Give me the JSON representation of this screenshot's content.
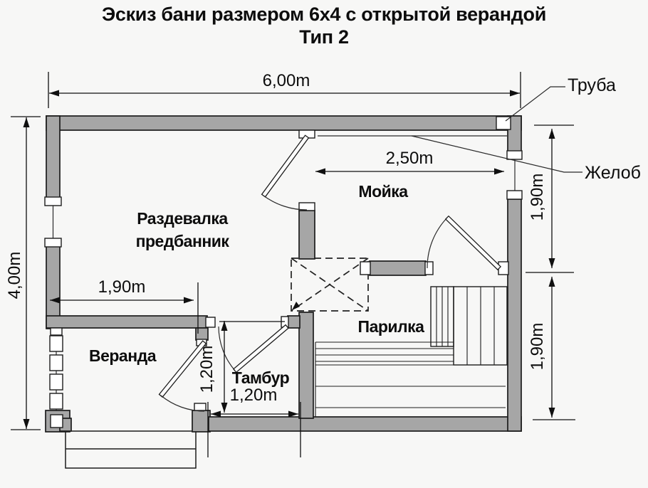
{
  "title": {
    "line1": "Эскиз бани размером 6х4 с открытой верандой",
    "line2": "Тип 2"
  },
  "rooms": {
    "razdevalka": {
      "line1": "Раздевалка",
      "line2": "предбанник"
    },
    "moyka": {
      "label": "Мойка"
    },
    "parilka": {
      "label": "Парилка"
    },
    "tambur": {
      "label": "Тамбур"
    },
    "veranda": {
      "label": "Веранда"
    }
  },
  "dimensions": {
    "total_width": "6,00m",
    "total_height": "4,00m",
    "moyka_width": "2,50m",
    "razdevalka_width": "1,90m",
    "moyka_depth": "1,90m",
    "parilka_depth": "1,90m",
    "tambur_depth": "1,20m",
    "tambur_width": "1,20m"
  },
  "annotations": {
    "chimney": "Труба",
    "gutter": "Желоб"
  },
  "colors": {
    "wall_fill": "#a6a6a6",
    "line": "#1c1c1c",
    "background": "#f7f7f6",
    "text": "#0d0d0d"
  }
}
